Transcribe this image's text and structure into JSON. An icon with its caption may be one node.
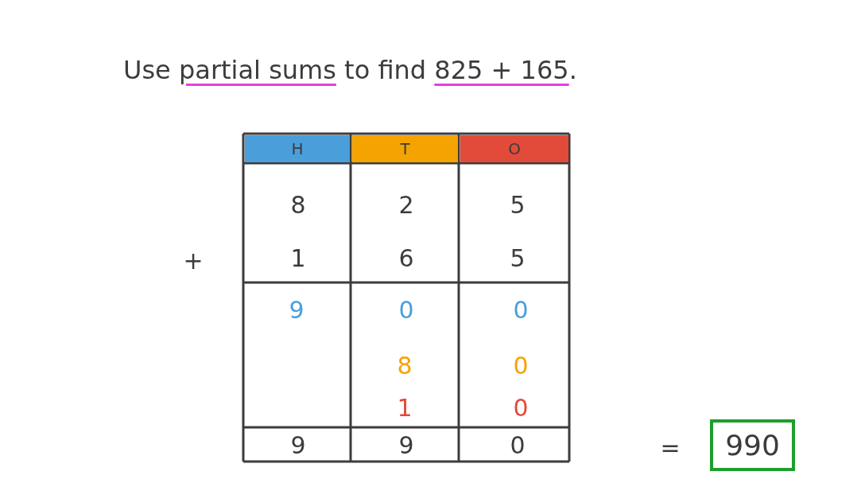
{
  "diagram": {
    "title": "Use partial sums to find 825 + 165.",
    "nodes": [
      {
        "text": [
          "990"
        ]
      }
    ],
    "labels": [
      "H",
      "T",
      "O",
      "8",
      "2",
      "5",
      "+",
      "1",
      "6",
      "5",
      "9",
      "0",
      "0",
      "8",
      "0",
      "1",
      "0",
      "9",
      "9",
      "0",
      "="
    ]
  }
}
